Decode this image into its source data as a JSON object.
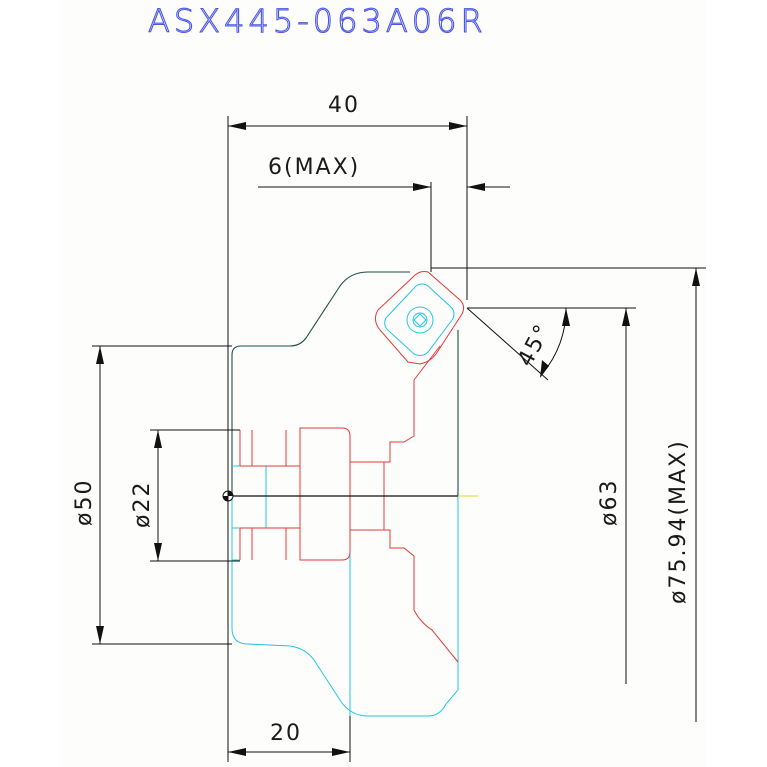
{
  "title": "ASX445-063A06R",
  "dimensions": {
    "width_40": "40",
    "max_6": "6(MAX)",
    "angle_45": "45°",
    "dia_50": "ø50",
    "dia_22": "ø22",
    "dia_63": "ø63",
    "dia_75": "ø75.94(MAX)",
    "width_20": "20"
  },
  "colors": {
    "title": "#4a56e6",
    "body": "#1f4f4a",
    "insert": "#e23a3a",
    "hidden": "#22c6e6",
    "dimension": "#111111"
  }
}
